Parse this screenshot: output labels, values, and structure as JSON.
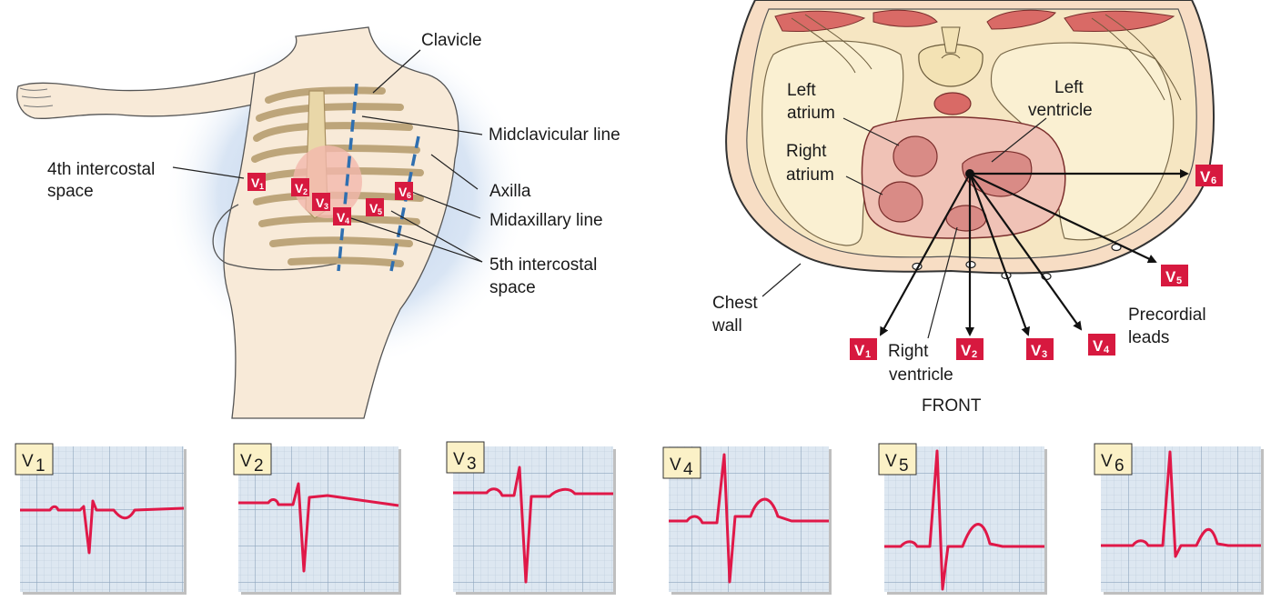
{
  "colors": {
    "lead_red": "#d7193f",
    "tissue": "#f6e6c2",
    "muscle": "#d96a66",
    "heart": "#d98b86",
    "grid_bg": "#dde7f1",
    "grid_line": "#a9bcd0",
    "trace": "#e01848",
    "tab_bg": "#fbf1c7"
  },
  "left_panel": {
    "labels": {
      "clavicle": "Clavicle",
      "midclavicular": "Midclavicular line",
      "axilla": "Axilla",
      "midaxillary": "Midaxillary line",
      "fourth_space_line1": "4th intercostal",
      "fourth_space_line2": "space",
      "fifth_space_line1": "5th intercostal",
      "fifth_space_line2": "space"
    },
    "leads": [
      "V1",
      "V2",
      "V3",
      "V4",
      "V5",
      "V6"
    ]
  },
  "right_panel": {
    "labels": {
      "left_atrium_1": "Left",
      "left_atrium_2": "atrium",
      "left_ventricle_1": "Left",
      "left_ventricle_2": "ventricle",
      "right_atrium_1": "Right",
      "right_atrium_2": "atrium",
      "chest_wall_1": "Chest",
      "chest_wall_2": "wall",
      "right_ventricle_1": "Right",
      "right_ventricle_2": "ventricle",
      "precordial_1": "Precordial",
      "precordial_2": "leads",
      "front": "FRONT"
    },
    "leads": [
      "V1",
      "V2",
      "V3",
      "V4",
      "V5",
      "V6"
    ]
  },
  "ecg_strips": [
    {
      "lead": "V",
      "sub": "1"
    },
    {
      "lead": "V",
      "sub": "2"
    },
    {
      "lead": "V",
      "sub": "3"
    },
    {
      "lead": "V",
      "sub": "4"
    },
    {
      "lead": "V",
      "sub": "5"
    },
    {
      "lead": "V",
      "sub": "6"
    }
  ]
}
